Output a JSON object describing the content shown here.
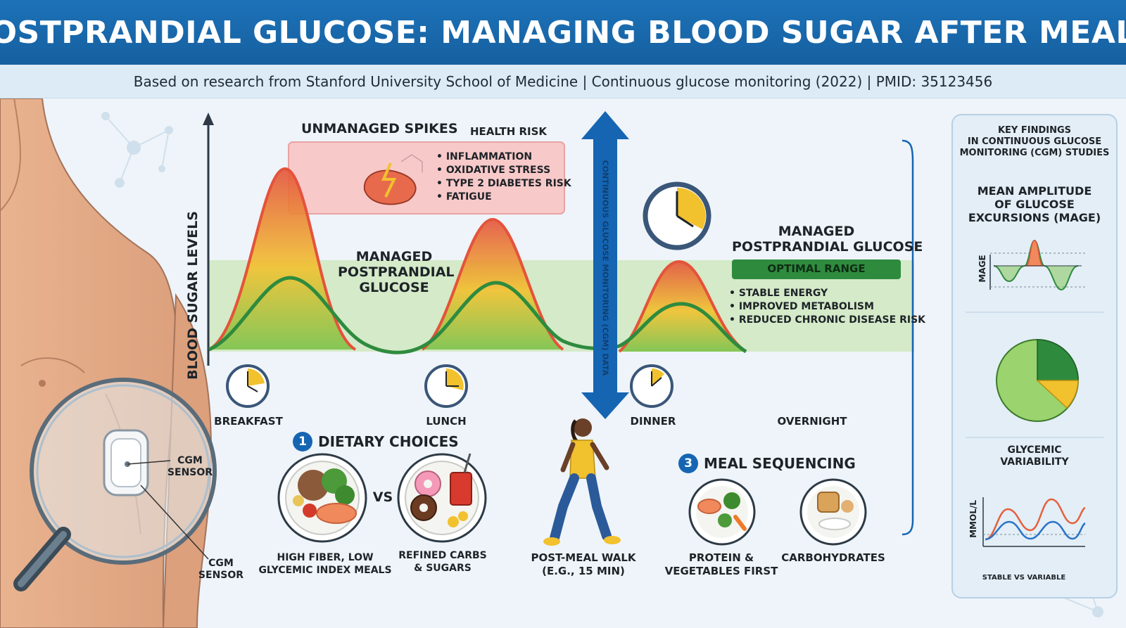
{
  "title": "POSTPRANDIAL GLUCOSE: MANAGING BLOOD SUGAR AFTER MEALS",
  "subtitle": "Based on research from Stanford University School of Medicine | Continuous glucose monitoring (2022) | PMID: 35123456",
  "chart": {
    "y_axis_label": "BLOOD SUGAR LEVELS",
    "unmanaged_label": "UNMANAGED SPIKES",
    "health_risk_label": "HEALTH RISK",
    "health_risks": [
      "INFLAMMATION",
      "OXIDATIVE STRESS",
      "TYPE 2 DIABETES RISK",
      "FATIGUE"
    ],
    "managed_label_lines": [
      "MANAGED",
      "POSTPRANDIAL",
      "GLUCOSE"
    ],
    "cgm_arrow_label": "CONTINUOUS GLUCOSE MONITORING (CGM) DATA",
    "managed_right_lines": [
      "MANAGED",
      "POSTPRANDIAL GLUCOSE"
    ],
    "optimal_range": "OPTIMAL RANGE",
    "benefits": [
      "STABLE ENERGY",
      "IMPROVED METABOLISM",
      "REDUCED CHRONIC DISEASE RISK"
    ],
    "meal_times": [
      "BREAKFAST",
      "LUNCH",
      "DINNER",
      "OVERNIGHT"
    ]
  },
  "body_labels": {
    "cgm_sensor_1": [
      "CGM",
      "SENSOR"
    ],
    "cgm_sensor_2": [
      "CGM",
      "SENSOR"
    ]
  },
  "strategies": {
    "dietary": {
      "number": "1",
      "title": "DIETARY CHOICES",
      "vs": "VS",
      "good_lines": [
        "HIGH FIBER, LOW",
        "GLYCEMIC INDEX MEALS"
      ],
      "bad_lines": [
        "REFINED CARBS",
        "& SUGARS"
      ]
    },
    "walk_lines": [
      "POST-MEAL WALK",
      "(E.G., 15 MIN)"
    ],
    "sequencing": {
      "number": "3",
      "title": "MEAL SEQUENCING",
      "first_lines": [
        "PROTEIN &",
        "VEGETABLES FIRST"
      ],
      "second": "CARBOHYDRATES"
    }
  },
  "side_panel": {
    "heading_lines": [
      "KEY FINDINGS",
      "IN CONTINUOUS GLUCOSE",
      "MONITORING (CGM) STUDIES"
    ],
    "mage_title_lines": [
      "MEAN AMPLITUDE",
      "OF GLUCOSE",
      "EXCURSIONS (MAGE)"
    ],
    "mage_axis": "MAGE",
    "variability_title_lines": [
      "GLYCEMIC",
      "VARIABILITY"
    ],
    "mmol_axis": "MMOL/L",
    "stable_vs_variable": "STABLE VS VARIABLE"
  },
  "colors": {
    "primary_blue": "#1565b3",
    "optimal_green": "#2e8b3e",
    "spike_red": "#e4533b",
    "spike_yellow": "#f2c12e",
    "risk_box": "#f8c9c9"
  }
}
